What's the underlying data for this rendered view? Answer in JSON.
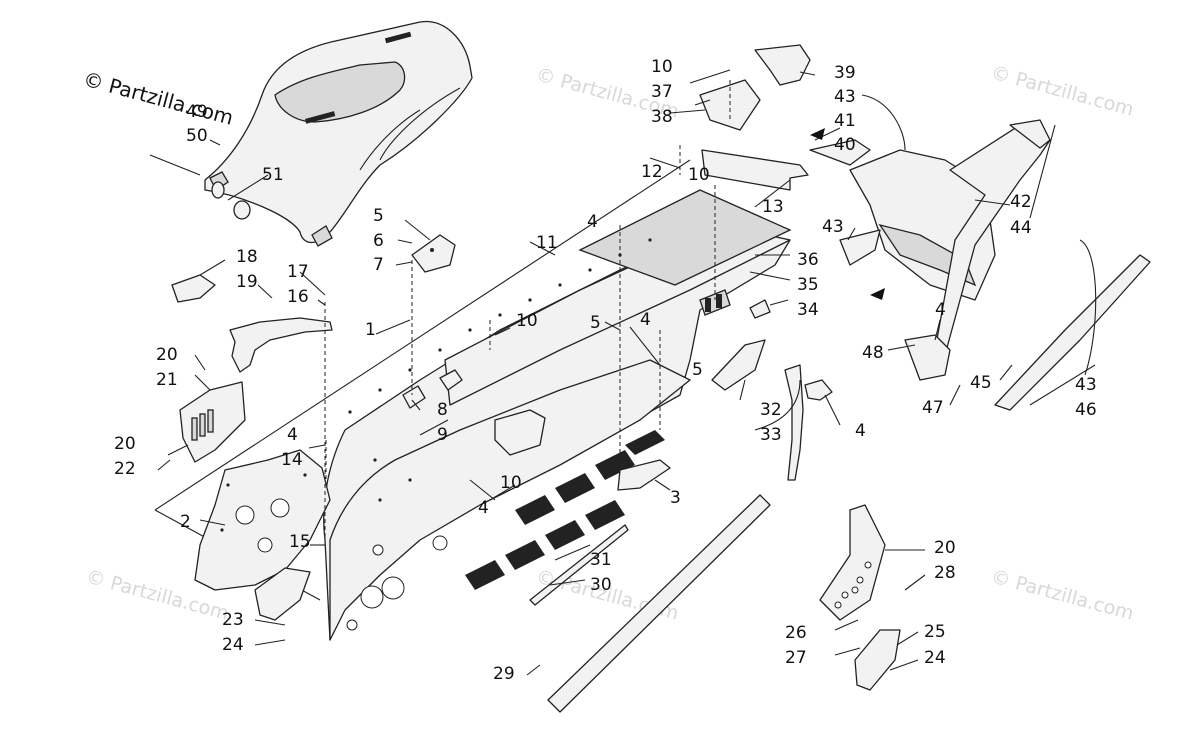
{
  "copyright": "© Partzilla.com",
  "watermark": "© Partzilla.com",
  "callouts": {
    "p1": "1",
    "p2": "2",
    "p3": "3",
    "p4a": "4",
    "p4b": "4",
    "p4c": "4",
    "p4d": "4",
    "p4e": "4",
    "p4f": "4",
    "p5a": "5",
    "p5b": "5",
    "p5c": "5",
    "p6": "6",
    "p7": "7",
    "p8": "8",
    "p9": "9",
    "p10a": "10",
    "p10b": "10",
    "p10c": "10",
    "p10d": "10",
    "p11": "11",
    "p12": "12",
    "p13": "13",
    "p14": "14",
    "p15": "15",
    "p16": "16",
    "p17": "17",
    "p18": "18",
    "p19": "19",
    "p20a": "20",
    "p20b": "20",
    "p20c": "20",
    "p21": "21",
    "p22": "22",
    "p23": "23",
    "p24a": "24",
    "p24b": "24",
    "p25": "25",
    "p26": "26",
    "p27": "27",
    "p28": "28",
    "p29": "29",
    "p30": "30",
    "p31": "31",
    "p32": "32",
    "p33": "33",
    "p34": "34",
    "p35": "35",
    "p36": "36",
    "p37": "37",
    "p38": "38",
    "p39": "39",
    "p40": "40",
    "p41": "41",
    "p42": "42",
    "p43a": "43",
    "p43b": "43",
    "p43c": "43",
    "p44": "44",
    "p45": "45",
    "p46": "46",
    "p47": "47",
    "p48": "48",
    "p49": "49",
    "p50": "50",
    "p51": "51"
  }
}
